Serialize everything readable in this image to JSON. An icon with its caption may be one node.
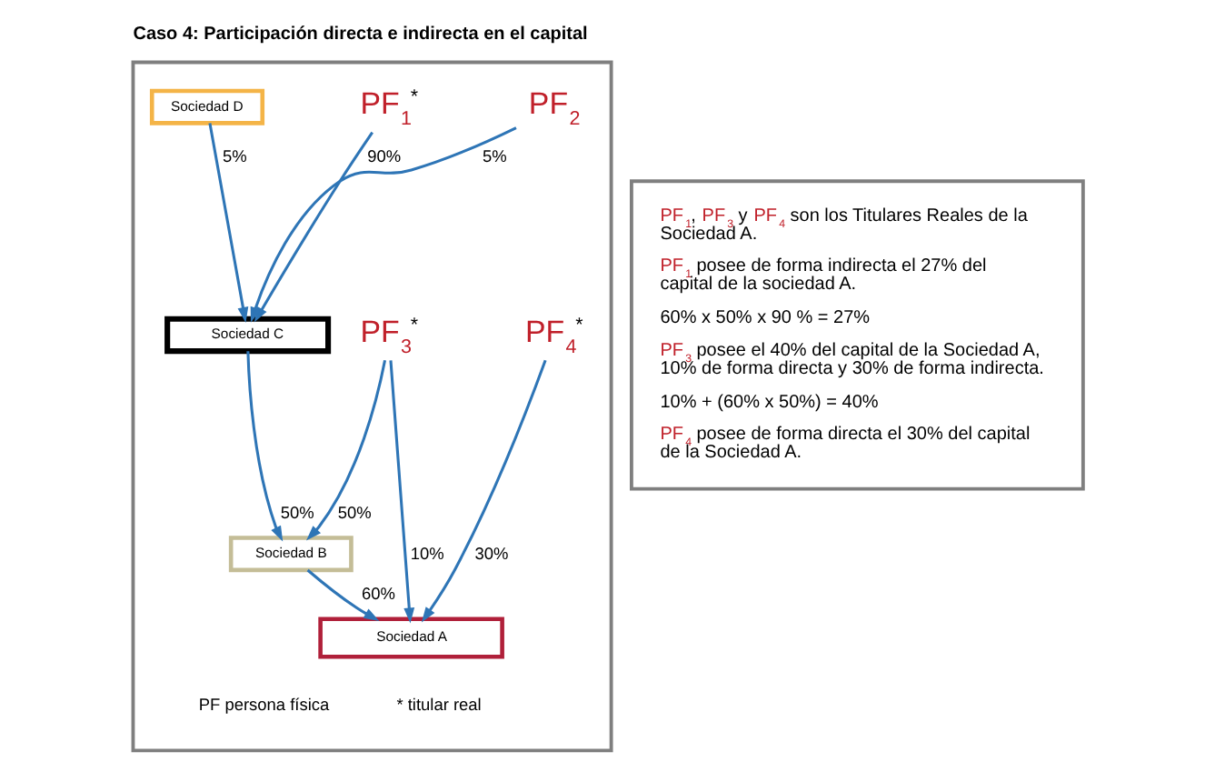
{
  "diagram": {
    "title": "Caso 4: Participación directa e indirecta en el capital",
    "nodes": [
      {
        "text": [],
        "shape": "box"
      },
      {
        "text": [
          "Sociedad D"
        ],
        "in": 0
      },
      {
        "text": [
          "PF$_{1}$$^{*}$"
        ],
        "in": 0
      },
      {
        "text": [
          "PF$_{2}$"
        ],
        "in": 0
      },
      {
        "text": [
          "Sociedad C"
        ],
        "in": 0
      },
      {
        "text": [
          "PF$_{3}$$^{*}$"
        ],
        "in": 0
      },
      {
        "text": [
          "PF$_{4}$$^{*}$"
        ],
        "in": 0
      },
      {
        "text": [
          "Sociedad B"
        ],
        "in": 0
      },
      {
        "text": [
          "Sociedad A"
        ],
        "in": 0
      },
      {
        "text": [
          "PF$_{1}$, PF$_{3}$ y PF$_{4}$ son los Titulares Reales de la Sociedad A.",
          "PF$_{1}$ posee de forma indirecta el 27% del capital de la sociedad A.",
          "60% x 50% x 90 % = 27%",
          "PF$_{3}$ posee el 40% del capital de la Sociedad A, 10% de forma directa y 30% de forma indirecta.",
          "10% + (60% x 50%) = 40%",
          "PF$_{4}$ posee de forma directa el 30% del capital de la Sociedad A."
        ]
      }
    ],
    "edges": [
      {
        "from": 1,
        "to": 4,
        "arrow": "to",
        "label": "5%"
      },
      {
        "from": 2,
        "to": 4,
        "arrow": "to",
        "label": "90%"
      },
      {
        "from": 3,
        "to": 4,
        "arrow": "to",
        "label": "5%"
      },
      {
        "from": 4,
        "to": 7,
        "arrow": "to",
        "label": "50%"
      },
      {
        "from": 5,
        "to": 7,
        "arrow": "to",
        "label": "50%"
      },
      {
        "from": 5,
        "to": 8,
        "arrow": "to",
        "label": "10%"
      },
      {
        "from": 6,
        "to": 8,
        "arrow": "to",
        "label": "30%"
      },
      {
        "from": 7,
        "to": 8,
        "arrow": "to",
        "label": "60%"
      }
    ],
    "labels": [
      "PF persona física",
      "* titular real"
    ]
  }
}
